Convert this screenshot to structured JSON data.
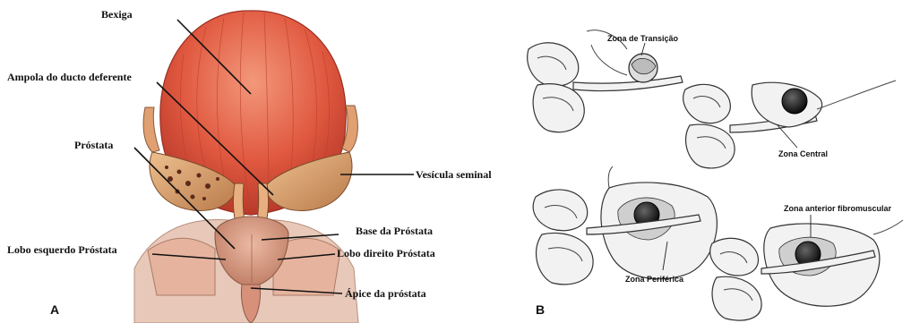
{
  "panel_a": {
    "letter": "A",
    "labels": {
      "bexiga": "Bexiga",
      "ampola": "Ampola do ducto deferente",
      "prostata": "Próstata",
      "vesicula": "Vesícula seminal",
      "base": "Base da Próstata",
      "lobo_esquerdo": "Lobo esquerdo Próstata",
      "lobo_direito": "Lobo direito Próstata",
      "apice": "Ápice da próstata"
    }
  },
  "panel_b": {
    "letter": "B",
    "labels": {
      "transicao": "Zona de Transição",
      "central": "Zona Central",
      "periferica": "Zona Periférica",
      "anterior": "Zona anterior fibromuscular"
    }
  },
  "colors": {
    "bladder": "#e0583f",
    "bladder_light": "#f08a6a",
    "vesicle": "#d8a070",
    "prostate": "#d89a80",
    "sketch_dark": "#1a1a1a"
  }
}
